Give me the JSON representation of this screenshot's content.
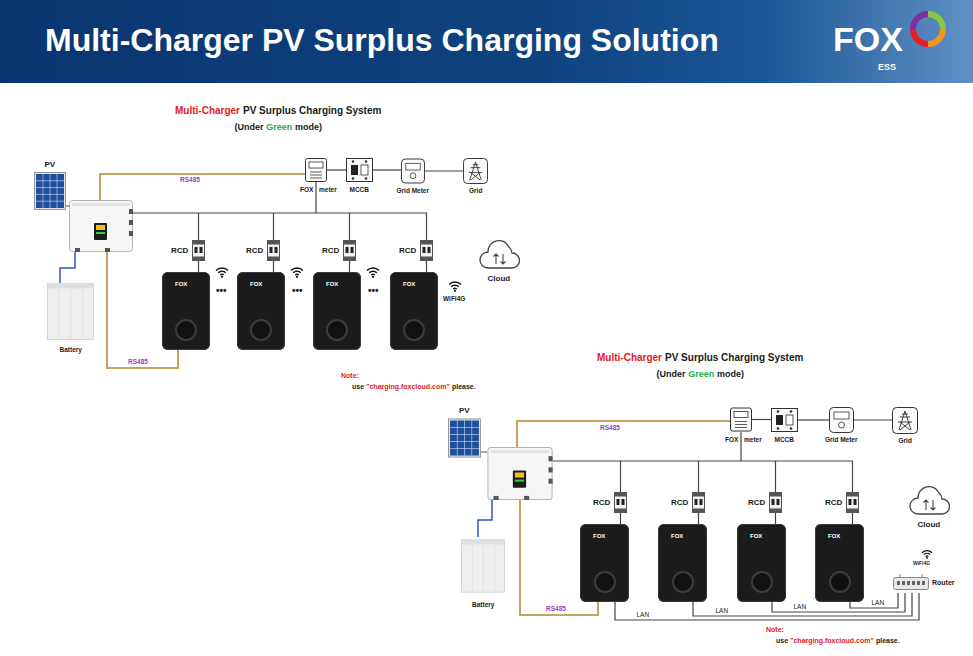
{
  "diagram": {
    "title": "Multi-Charger PV Surplus Charging Solution",
    "nodes": [
      {
        "text": [
          "PV"
        ]
      },
      {
        "text": [
          "FOX",
          "meter"
        ]
      },
      {
        "text": [
          "MCCB"
        ]
      },
      {
        "text": [
          "Grid Meter"
        ]
      },
      {
        "text": [
          "Grid"
        ]
      },
      {
        "text": [
          "RCD"
        ]
      },
      {
        "text": [
          "RCD"
        ]
      },
      {
        "text": [
          "RCD"
        ]
      },
      {
        "text": [
          "RCD"
        ]
      },
      {
        "text": [
          "FOX"
        ]
      },
      {
        "text": [
          "FOX"
        ]
      },
      {
        "text": [
          "FOX"
        ]
      },
      {
        "text": [
          "FOX"
        ]
      },
      {
        "text": [
          "Battery"
        ]
      },
      {
        "text": [
          "Cloud"
        ]
      },
      {
        "text": [
          "PV"
        ]
      },
      {
        "text": [
          "FOX",
          "meter"
        ]
      },
      {
        "text": [
          "MCCB"
        ]
      },
      {
        "text": [
          "Grid Meter"
        ]
      },
      {
        "text": [
          "Grid"
        ]
      },
      {
        "text": [
          "RCD"
        ]
      },
      {
        "text": [
          "RCD"
        ]
      },
      {
        "text": [
          "RCD"
        ]
      },
      {
        "text": [
          "RCD"
        ]
      },
      {
        "text": [
          "FOX"
        ]
      },
      {
        "text": [
          "FOX"
        ]
      },
      {
        "text": [
          "FOX"
        ]
      },
      {
        "text": [
          "FOX"
        ]
      },
      {
        "text": [
          "Battery"
        ]
      },
      {
        "text": [
          "Cloud"
        ]
      },
      {
        "text": [
          "Router"
        ]
      }
    ],
    "edges": [
      {
        "from": 1,
        "to": 2,
        "arrow": "none"
      },
      {
        "from": 2,
        "to": 3,
        "arrow": "none"
      },
      {
        "from": 3,
        "to": 4,
        "arrow": "none"
      },
      {
        "from": 5,
        "to": 9,
        "arrow": "none"
      },
      {
        "from": 6,
        "to": 10,
        "arrow": "none"
      },
      {
        "from": 7,
        "to": 11,
        "arrow": "none"
      },
      {
        "from": 8,
        "to": 12,
        "arrow": "none"
      },
      {
        "from": 16,
        "to": 17,
        "arrow": "none"
      },
      {
        "from": 17,
        "to": 18,
        "arrow": "none"
      },
      {
        "from": 18,
        "to": 19,
        "arrow": "none"
      },
      {
        "from": 20,
        "to": 24,
        "arrow": "none"
      },
      {
        "from": 21,
        "to": 25,
        "arrow": "none"
      },
      {
        "from": 22,
        "to": 26,
        "arrow": "none"
      },
      {
        "from": 23,
        "to": 27,
        "arrow": "none"
      },
      {
        "from": 24,
        "to": 30,
        "label": "LAN",
        "arrow": "none"
      },
      {
        "from": 25,
        "to": 30,
        "label": "LAN",
        "arrow": "none"
      },
      {
        "from": 26,
        "to": 30,
        "label": "LAN",
        "arrow": "none"
      },
      {
        "from": 27,
        "to": 30,
        "label": "LAN",
        "arrow": "none"
      }
    ],
    "labels": [
      "FOX",
      "ESS",
      "Multi-Charger",
      "PV Surplus Charging System",
      "(Under",
      "Green",
      "mode)",
      "RS485",
      "RS485",
      "•••",
      "•••",
      "•••",
      "WiFi4G",
      "Note:",
      "use",
      "\"charging.foxcloud.com\"",
      "please.",
      "Multi-Charger",
      "PV Surplus Charging System",
      "(Under",
      "Green",
      "mode)",
      "RS485",
      "RS485",
      "WiFi4G",
      "Note:",
      "use",
      "\"charging.foxcloud.com\"",
      "please."
    ]
  }
}
